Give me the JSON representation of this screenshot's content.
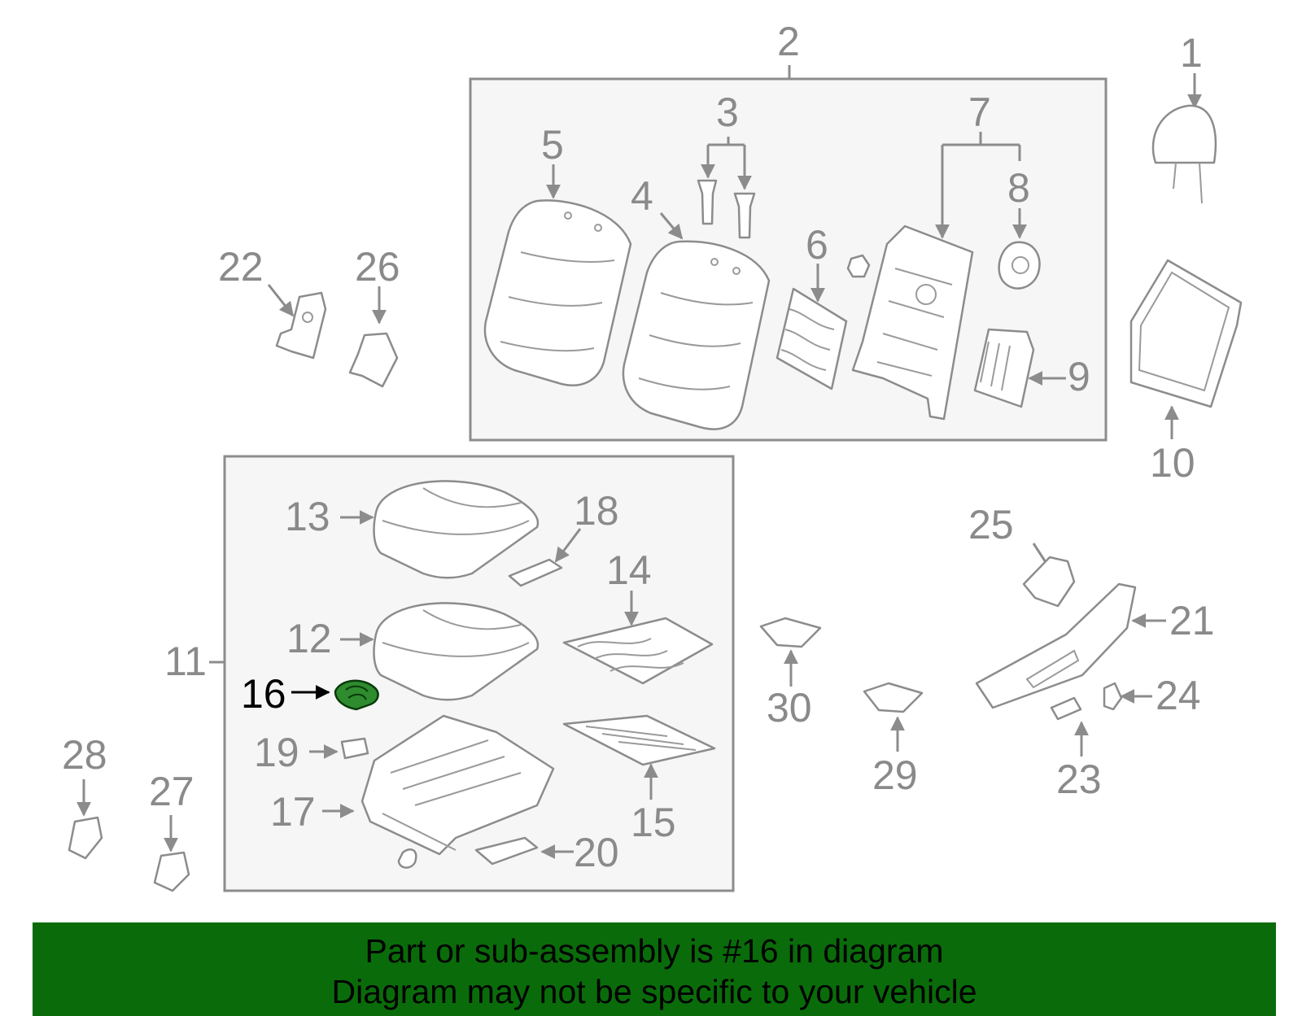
{
  "diagram": {
    "highlighted_part": "16",
    "highlight_color": "#2e8b2e",
    "callouts": {
      "c1": "1",
      "c2": "2",
      "c3": "3",
      "c4": "4",
      "c5": "5",
      "c6": "6",
      "c7": "7",
      "c8": "8",
      "c9": "9",
      "c10": "10",
      "c11": "11",
      "c12": "12",
      "c13": "13",
      "c14": "14",
      "c15": "15",
      "c16": "16",
      "c17": "17",
      "c18": "18",
      "c19": "19",
      "c20": "20",
      "c21": "21",
      "c22": "22",
      "c23": "23",
      "c24": "24",
      "c25": "25",
      "c26": "26",
      "c27": "27",
      "c28": "28",
      "c29": "29",
      "c30": "30"
    }
  },
  "banner": {
    "line1": "Part or sub-assembly is #16 in diagram",
    "line2": "Diagram may not be specific to your vehicle",
    "background": "#0a6b0a"
  }
}
